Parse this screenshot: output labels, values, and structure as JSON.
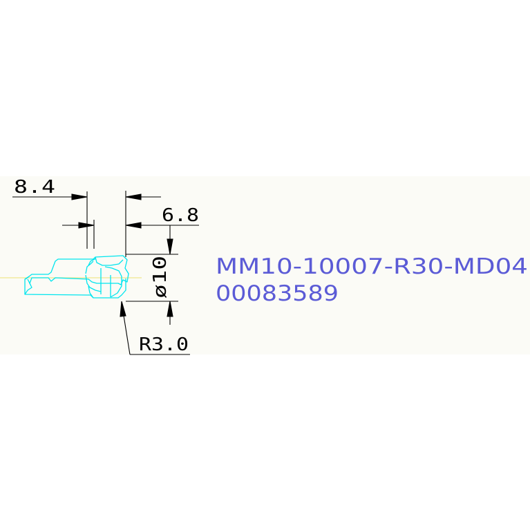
{
  "dimensions": {
    "width_left": "8.4",
    "width_right": "6.8",
    "diameter": "ø10",
    "radius": "R3.0"
  },
  "part": {
    "part_number": "MM10-10007-R30-MD04",
    "item_code": "00083589"
  },
  "colors": {
    "background": "#ffffff",
    "drawing_area": "#fbfbf6",
    "dimension_lines": "#000000",
    "part_outline": "#00e5ee",
    "label_text": "#5b5bd6",
    "centerline": "#f0e68c"
  }
}
